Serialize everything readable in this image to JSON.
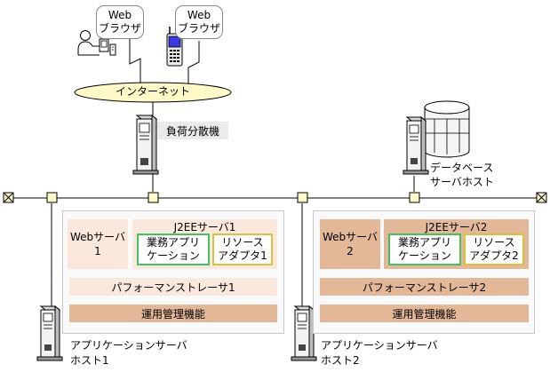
{
  "clients": {
    "pc_browser": "Web\nブラウザ",
    "mobile_browser": "Web\nブラウザ"
  },
  "internet": "インターネット",
  "load_balancer": "負荷分散機",
  "db_host": "データベース\nサーバホスト",
  "hosts": [
    {
      "web_server": "Webサーバ\n1",
      "j2ee_server": "J2EEサーバ1",
      "business_app": "業務アプリ\nケーション",
      "resource_adapter": "リソース\nアダプタ1",
      "performance_tracer": "パフォーマンストレーサ1",
      "ops_management": "運用管理機能",
      "host_label": "アプリケーションサーバ\nホスト1"
    },
    {
      "web_server": "Webサーバ\n2",
      "j2ee_server": "J2EEサーバ2",
      "business_app": "業務アプリ\nケーション",
      "resource_adapter": "リソース\nアダプタ2",
      "performance_tracer": "パフォーマンストレーサ2",
      "ops_management": "運用管理機能",
      "host_label": "アプリケーションサーバ\nホスト2"
    }
  ],
  "colors": {
    "light_component": "#fbe8dc",
    "dark_component": "#e3b898",
    "business_app_border": "#46c060",
    "resource_adapter_border": "#d8c040",
    "internet_fill": "#fff9c8",
    "network_node": "#fff9c8"
  }
}
